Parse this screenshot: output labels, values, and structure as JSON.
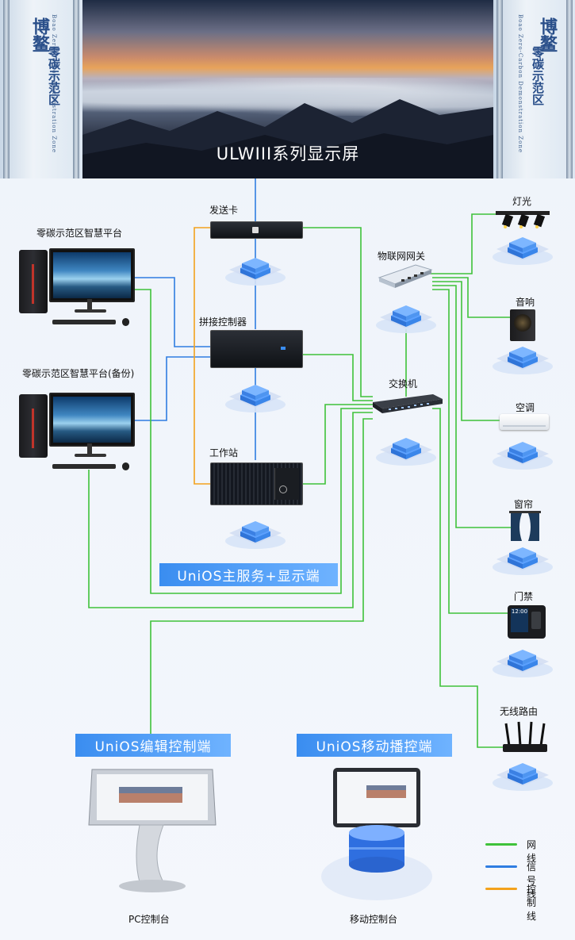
{
  "banner": {
    "title": "ULWIII系列显示屏",
    "scroll_left_main": "博鳌",
    "scroll_left_sub": "零碳示范区",
    "scroll_left_en": "Boao Zero-Carbon Demonstration Zone",
    "scroll_right_main": "博鳌",
    "scroll_right_sub": "零碳示范区",
    "scroll_right_en": "Boao Zero-Carbon Demonstration Zone"
  },
  "devices": {
    "sender_card": "发送卡",
    "splice_controller": "拼接控制器",
    "workstation": "工作站",
    "iot_gateway": "物联网网关",
    "switch": "交换机",
    "platform": "零碳示范区智慧平台",
    "platform_backup": "零碳示范区智慧平台(备份)"
  },
  "endpoints": {
    "lighting": "灯光",
    "audio": "音响",
    "air_conditioner": "空调",
    "curtain": "窗帘",
    "access_control": "门禁",
    "wireless_router": "无线路由"
  },
  "software": {
    "main_service": "UniOS主服务+显示端",
    "edit_console": "UniOS编辑控制端",
    "mobile_console": "UniOS移动播控端"
  },
  "consoles": {
    "pc": "PC控制台",
    "mobile": "移动控制台",
    "access_screen": "12:00"
  },
  "legend": {
    "network": {
      "label": "网线",
      "color": "#3fc23a"
    },
    "signal": {
      "label": "信号线",
      "color": "#2f7de1"
    },
    "control": {
      "label": "控制线",
      "color": "#f3a21c"
    }
  },
  "icons": [
    "cube-stack-icon",
    "lamp-icon",
    "speaker-icon",
    "ac-icon",
    "curtain-icon",
    "access-panel-icon",
    "router-icon",
    "tower-icon",
    "monitor-icon"
  ]
}
